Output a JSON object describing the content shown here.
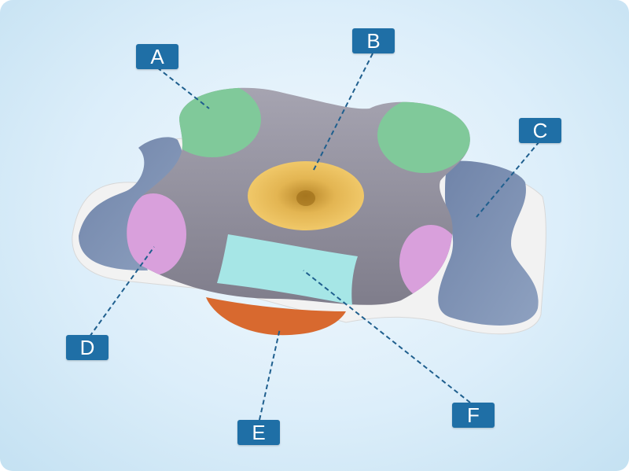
{
  "labels": {
    "a": "A",
    "b": "B",
    "c": "C",
    "d": "D",
    "e": "E",
    "f": "F"
  },
  "colors": {
    "label_background": "#1f6fa6",
    "leader_line": "#1f5f8e",
    "zone_green": "#80c99a",
    "zone_yellow": "#eec465",
    "zone_blue_gray": "#7e93b6",
    "zone_pink": "#d9a0dc",
    "zone_orange": "#d8692f",
    "zone_cyan": "#a6e6e6",
    "pillow_top": "#8c8a97",
    "mesh_edge": "#f3f3f3"
  }
}
